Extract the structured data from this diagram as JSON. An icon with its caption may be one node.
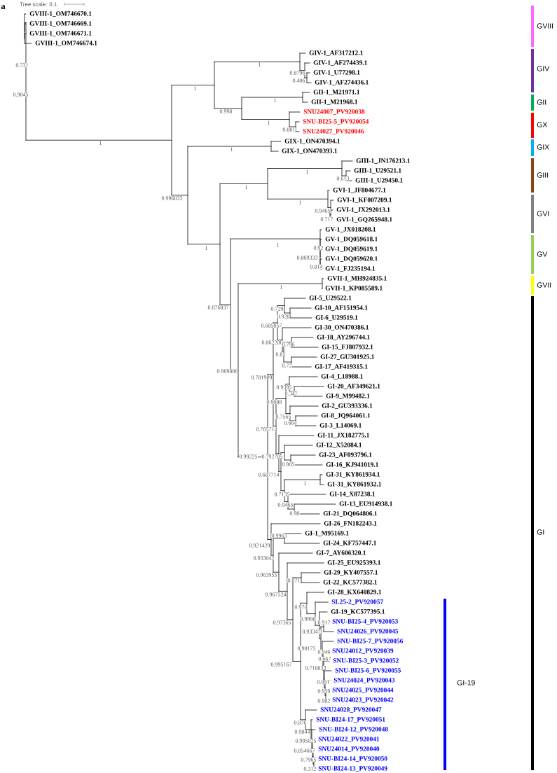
{
  "diagram": {
    "labels": [
      "a",
      "Tree scale: 0.1",
      "GVIII-1_OM746670.1",
      "GVIII-1_OM746669.1",
      "GVIII-1_OM746671.1",
      "GVIII-1_OM746674.1",
      "GIV-1_AF317212.1",
      "GIV-1_AF274439.1",
      "GIV-1_U77298.1",
      "GIV-1_AF274436.1",
      "GII-1_M21971.1",
      "GII-1_M21968.1",
      "SNU24007_PV920038",
      "SNU-BI25-5_PV920054",
      "SNU24027_PV920046",
      "GIX-1_ON470394.1",
      "GIX-1_ON470393.1",
      "GIII-1_JN176213.1",
      "GIII-1_U29521.1",
      "GIII-1_U29450.1",
      "GVI-1_JF804677.1",
      "GVI-1_KF007209.1",
      "GVI-1_JX292013.1",
      "GVI-1_GQ265948.1",
      "GV-1_JX018208.1",
      "GV-1_DQ059618.1",
      "GV-1_DQ059619.1",
      "GV-1_DQ059620.1",
      "GV-1_FJ235194.1",
      "GVII-1_MH924835.1",
      "GVII-1_KP085589.1",
      "GI-5_U29522.1",
      "GI-10_AF151954.1",
      "GI-6_U29519.1",
      "GI-30_ON470386.1",
      "GI-18_AY296744.1",
      "GI-15_FJ807932.1",
      "GI-27_GU301925.1",
      "GI-17_AF419315.1",
      "GI-4_L18988.1",
      "GI-20_AF349621.1",
      "GI-9_M99482.1",
      "GI-2_GU393336.1",
      "GI-8_JQ964061.1",
      "GI-3_L14069.1",
      "GI-11_JX182775.1",
      "GI-12_X52084.1",
      "GI-23_AF093796.1",
      "GI-16_KJ941019.1",
      "GI-31_KY861934.1",
      "GI-31_KY861932.1",
      "GI-14_X87238.1",
      "GI-13_EU914938.1",
      "GI-21_DQ064806.1",
      "GI-26_FN182243.1",
      "GI-1_M95169.1",
      "GI-24_KF757447.1",
      "GI-7_AY606320.1",
      "GI-25_EU925393.1",
      "GI-29_KY407557.1",
      "GI-22_KC577382.1",
      "GI-28_KX640829.1",
      "SL25-2_PV920057",
      "GI-19_KC577395.1",
      "SNU-BI25-4_PV920053",
      "SNU24026_PV920045",
      "SNU-BI25-7_PV920056",
      "SNU24012_PV920039",
      "SNU-BI25-3_PV920052",
      "SNU-BI25-6_PV920055",
      "SNU24024_PV920043",
      "SNU24025_PV920044",
      "SNU24023_PV920042",
      "SNU24028_PV920047",
      "SNU-BI24-17_PV920051",
      "SNU-BI24-12_PV920048",
      "SNU24022_PV920041",
      "SNU24014_PV920040",
      "SNU-BI24-14_PV920050",
      "SNU-BI24-13_PV920049",
      "GVIII",
      "GIV",
      "GII",
      "GX",
      "GIX",
      "GIII",
      "GVI",
      "GV",
      "GVII",
      "GI",
      "GI-19",
      "1",
      "0.731",
      "0.9045",
      "1",
      "1",
      "0.8796",
      "0.406",
      "0.998",
      "1",
      "1",
      "0.881",
      "0.996833",
      "1",
      "1",
      "1",
      "1",
      "0.613",
      "1",
      "0.9465",
      "0.717",
      "0.876837",
      "1",
      "0.92",
      "0.869333",
      "0.814",
      "0.969808",
      "1",
      "0.99225",
      "0.729",
      "0.928",
      "0.685857",
      "0.862286",
      "0.796",
      "0.85",
      "0.72",
      "0.781909",
      "0.9395",
      "0.347",
      "0.9088",
      "0.7565",
      "0.664",
      "0.765714",
      "0.792785",
      "0.905",
      "0.687714",
      "1",
      "0.7135",
      "0.9465",
      "0.98",
      "0.921429",
      "0.9963",
      "0.933042",
      "0.963955",
      "0.871",
      "0.967524",
      "0.97365",
      "0.974",
      "0.9998",
      "0.93347",
      "0.917",
      "0.90175",
      "0.946",
      "0.995167",
      "0.667",
      "0.718833",
      "0.891",
      "0.959",
      "0.982",
      "0.876",
      "0.9844",
      "0.995025",
      "0.854667",
      "0.7965",
      "0.312"
    ]
  }
}
